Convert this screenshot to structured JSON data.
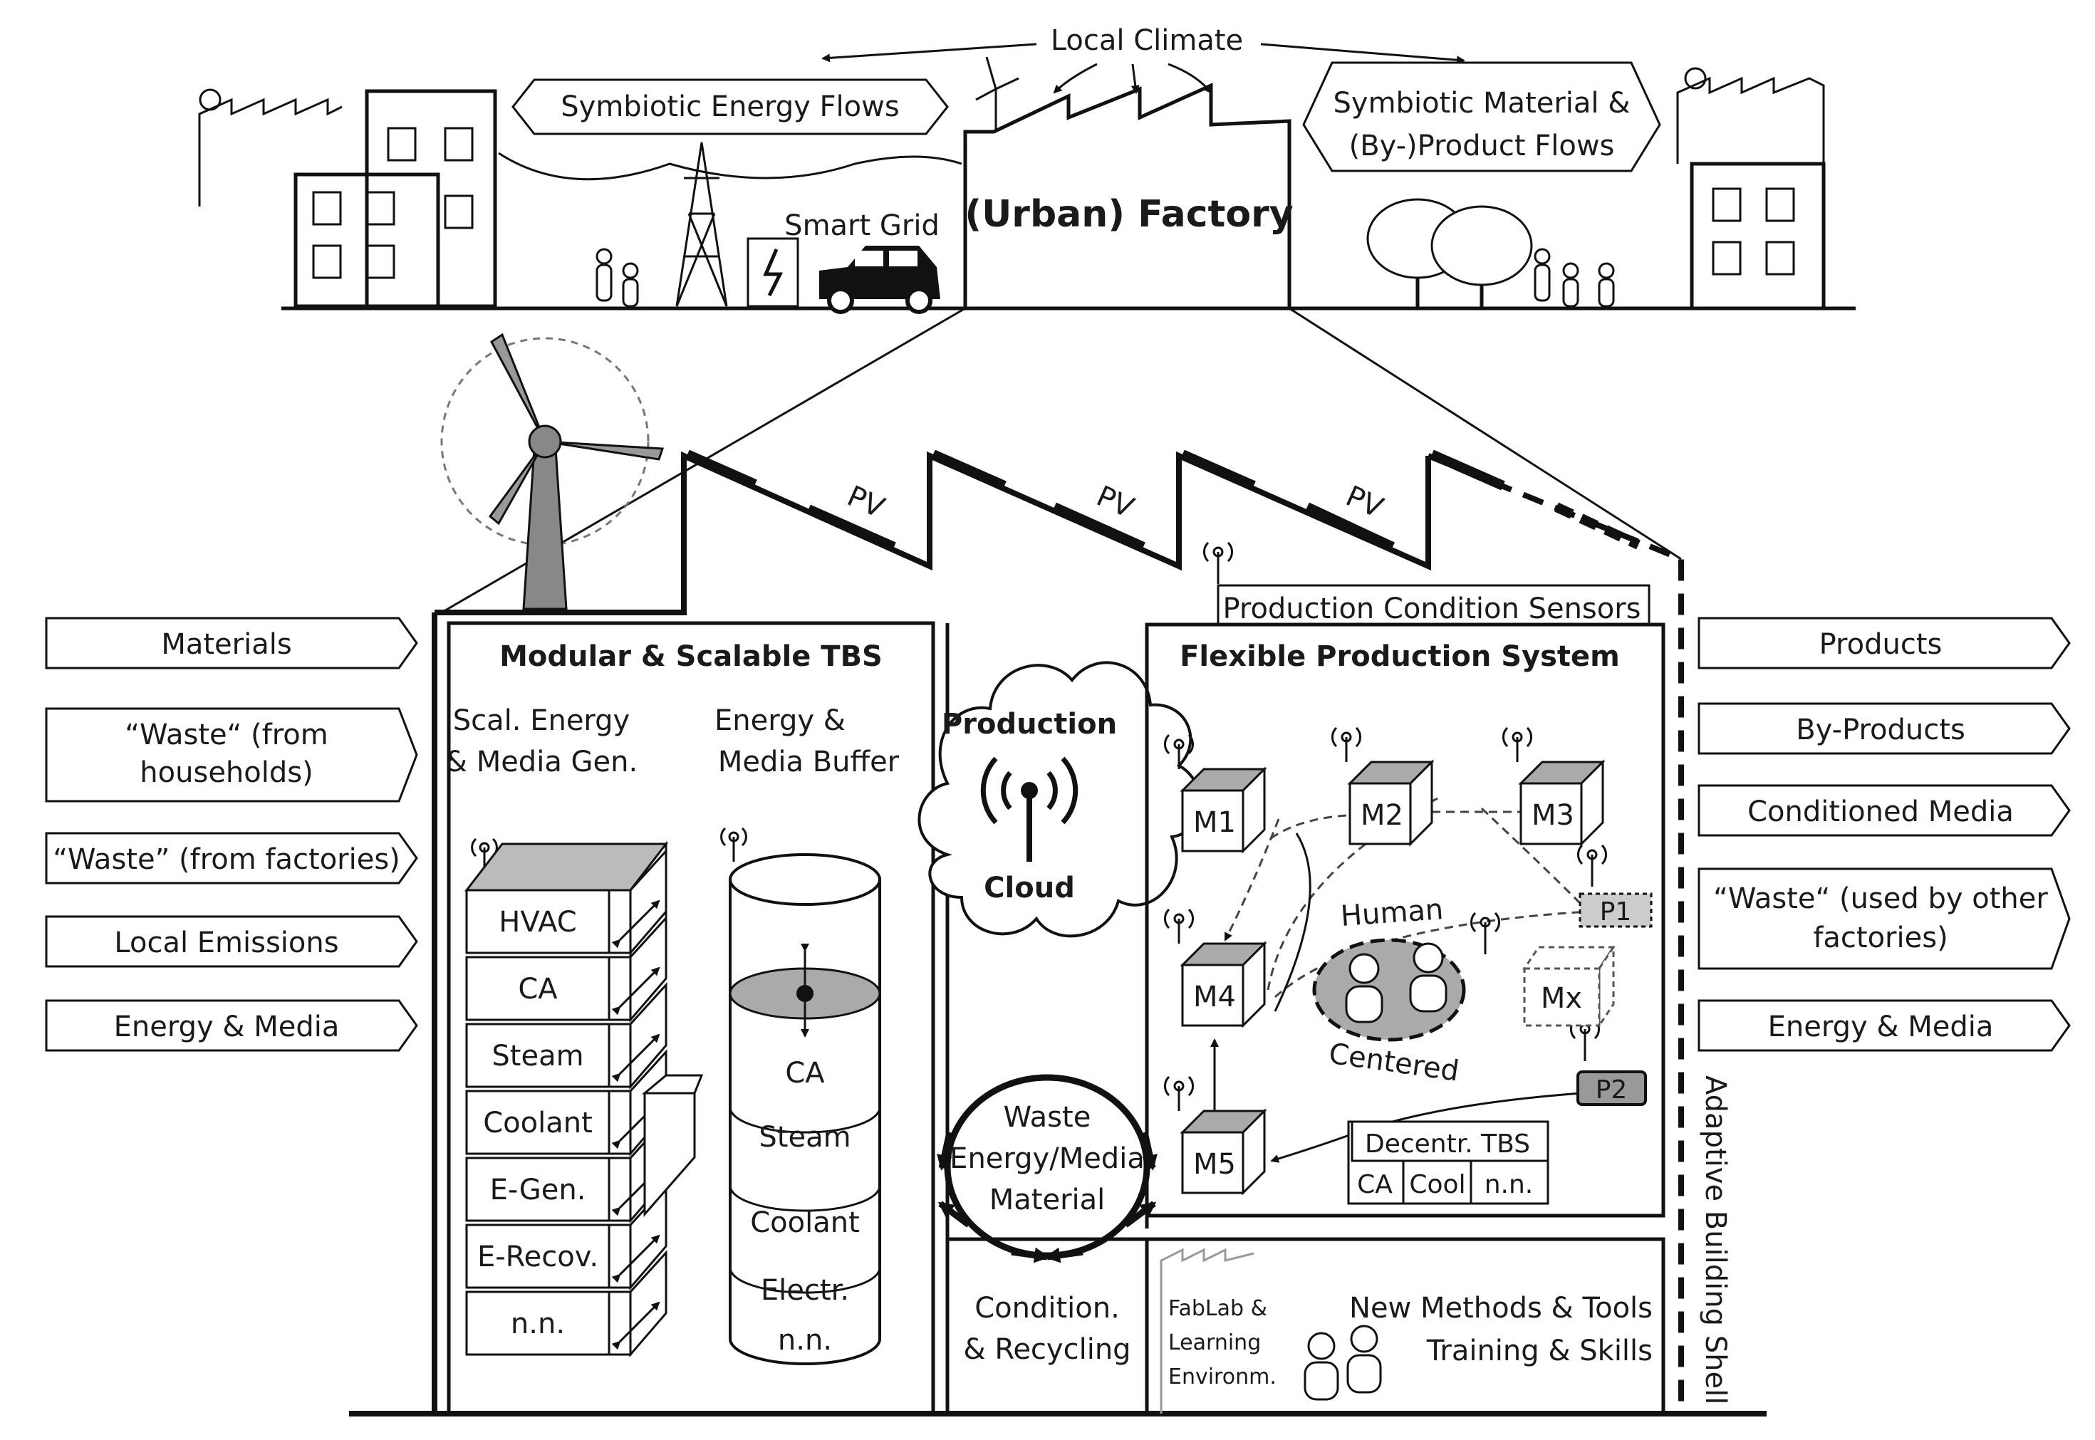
{
  "top": {
    "local_climate": "Local Climate",
    "symbiotic_energy": "Symbiotic Energy Flows",
    "symbiotic_material_1": "Symbiotic Material &",
    "symbiotic_material_2": "(By-)Product Flows",
    "smart_grid": "Smart Grid",
    "urban_factory": "(Urban) Factory"
  },
  "roof": {
    "pv": "PV"
  },
  "inputs": {
    "materials": "Materials",
    "waste_households_1": "“Waste“ (from",
    "waste_households_2": "households)",
    "waste_factories": "“Waste” (from factories)",
    "local_emissions": "Local Emissions",
    "energy_media": "Energy & Media"
  },
  "outputs": {
    "products": "Products",
    "by_products": "By-Products",
    "conditioned_media": "Conditioned Media",
    "waste_other_1": "“Waste“ (used by other",
    "waste_other_2": "factories)",
    "energy_media": "Energy & Media"
  },
  "tbs": {
    "title": "Modular & Scalable TBS",
    "gen_1": "Scal. Energy",
    "gen_2": "& Media Gen.",
    "buf_1": "Energy &",
    "buf_2": "Media Buffer",
    "stack": [
      "HVAC",
      "CA",
      "Steam",
      "Coolant",
      "E-Gen.",
      "E-Recov.",
      "n.n."
    ],
    "cylinder": [
      "CA",
      "Steam",
      "Coolant",
      "Electr.",
      "n.n."
    ]
  },
  "cloud": {
    "line1": "Production",
    "line2": "Cloud"
  },
  "waste_loop": {
    "line1": "Waste",
    "line2": "Energy/Media",
    "line3": "Material"
  },
  "condition": {
    "line1": "Condition.",
    "line2": "& Recycling"
  },
  "fps": {
    "sensors": "Production Condition Sensors",
    "title": "Flexible Production System",
    "machines": [
      "M1",
      "M2",
      "M3",
      "M4",
      "M5",
      "Mx"
    ],
    "p1": "P1",
    "p2": "P2",
    "human": "Human",
    "centered": "Centered",
    "decentr": "Decentr. TBS",
    "decentr_cells": [
      "CA",
      "Cool",
      "n.n."
    ]
  },
  "fablab": {
    "line1": "FabLab &",
    "line2": "Learning",
    "line3": "Environm.",
    "methods": "New Methods & Tools",
    "training": "Training & Skills"
  },
  "shell": "Adaptive Building Shell"
}
